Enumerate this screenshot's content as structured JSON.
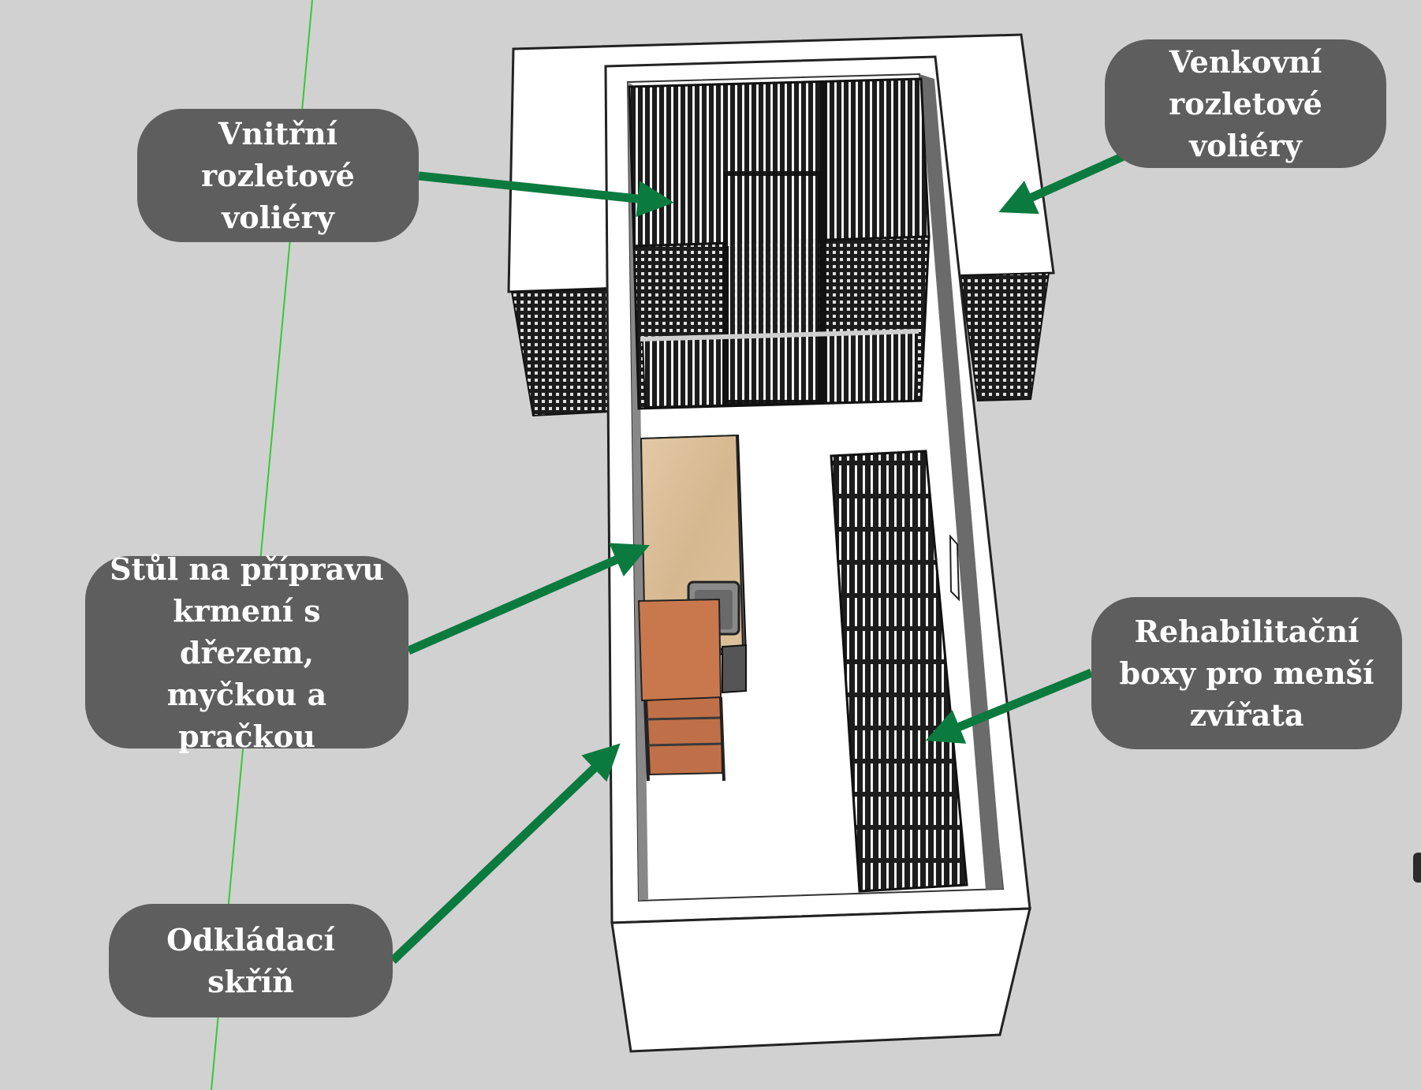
{
  "callouts": {
    "inner_aviaries": "Vnitřní\nrozletové\nvoliéry",
    "outer_aviaries": "Venkovní\nrozletové\nvoliéry",
    "prep_table": "Stůl na přípravu\nkrmení s dřezem,\nmyčkou a\npračkou",
    "rehab_boxes": "Rehabilitační\nboxy pro menší\nzvířata",
    "storage_closet": "Odkládací skříň"
  },
  "colors": {
    "background": "#d1d1d1",
    "callout_fill": "#5e5e5e",
    "callout_text": "#ffffff",
    "arrow": "#0b7a3e",
    "axis_line": "#34c934",
    "cage_mesh": "#1a1a1a",
    "wall": "#ffffff",
    "counter_wood": "#dcc09c",
    "cabinet": "#c9784e"
  }
}
